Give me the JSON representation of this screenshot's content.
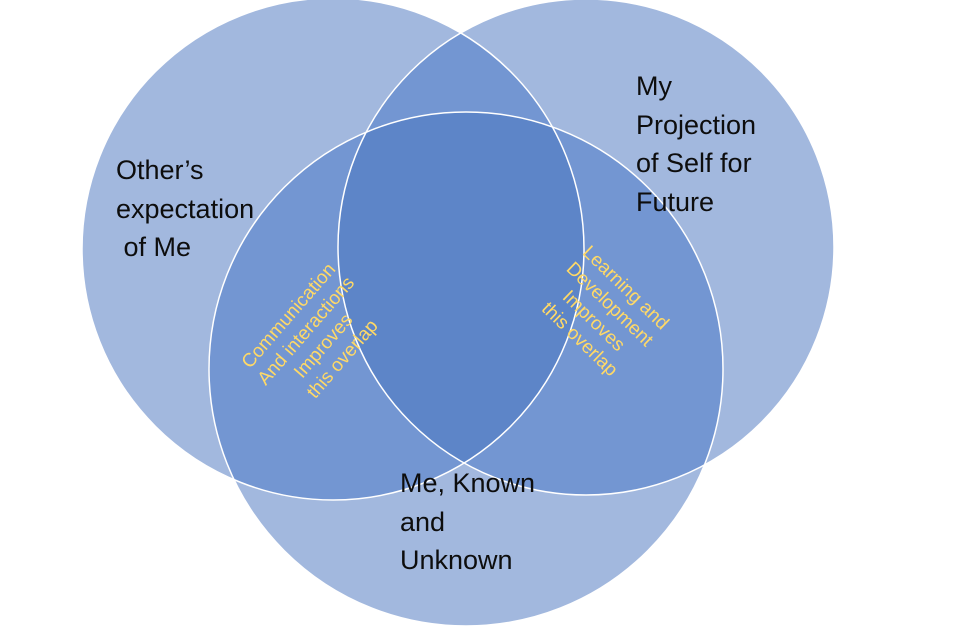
{
  "colors": {
    "circle_fill": "#a2b8de",
    "overlap_two": "#7396d2",
    "overlap_three": "#5d85c8",
    "circle_stroke": "#ffffff",
    "label_text": "#0d0d0d",
    "overlap_text": "#ffd966"
  },
  "circles": {
    "left": {
      "lines": [
        "Other’s",
        "expectation",
        " of Me"
      ]
    },
    "right": {
      "lines": [
        "My",
        "Projection",
        "of Self for",
        "Future"
      ]
    },
    "bottom": {
      "lines": [
        "Me, Known",
        "and",
        "Unknown"
      ]
    }
  },
  "overlaps": {
    "left_bottom": {
      "lines": [
        "Communication",
        "And interactions",
        "Improves",
        "this overlap"
      ]
    },
    "right_bottom": {
      "lines": [
        "Learning and",
        "Development",
        "Improves",
        "this overlap"
      ]
    }
  }
}
